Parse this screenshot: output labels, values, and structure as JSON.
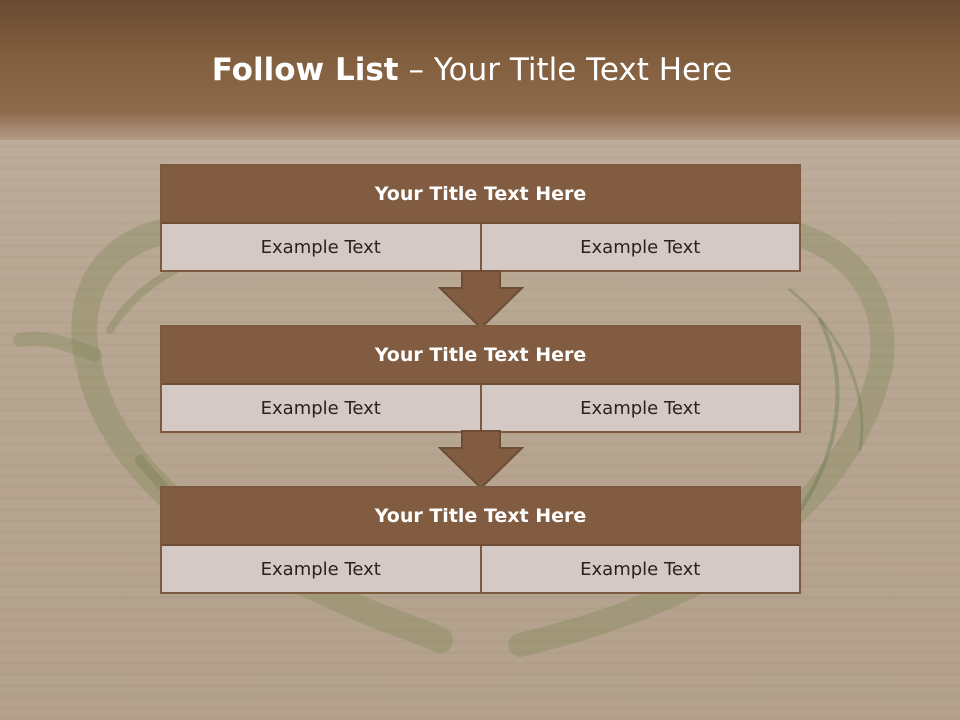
{
  "slide": {
    "title_bold": "Follow List",
    "title_rest": " – Your Title Text Here"
  },
  "blocks": [
    {
      "title": "Your Title Text Here",
      "left_text": "Example Text",
      "right_text": "Example Text"
    },
    {
      "title": "Your Title Text Here",
      "left_text": "Example Text",
      "right_text": "Example Text"
    },
    {
      "title": "Your Title Text Here",
      "left_text": "Example Text",
      "right_text": "Example Text"
    }
  ],
  "colors": {
    "header": "#815c41",
    "cell": "#d5c9c5",
    "border": "#7b5a40",
    "arrow": "#815c41"
  },
  "icons": [
    "down-arrow-icon",
    "wreath-decoration"
  ]
}
